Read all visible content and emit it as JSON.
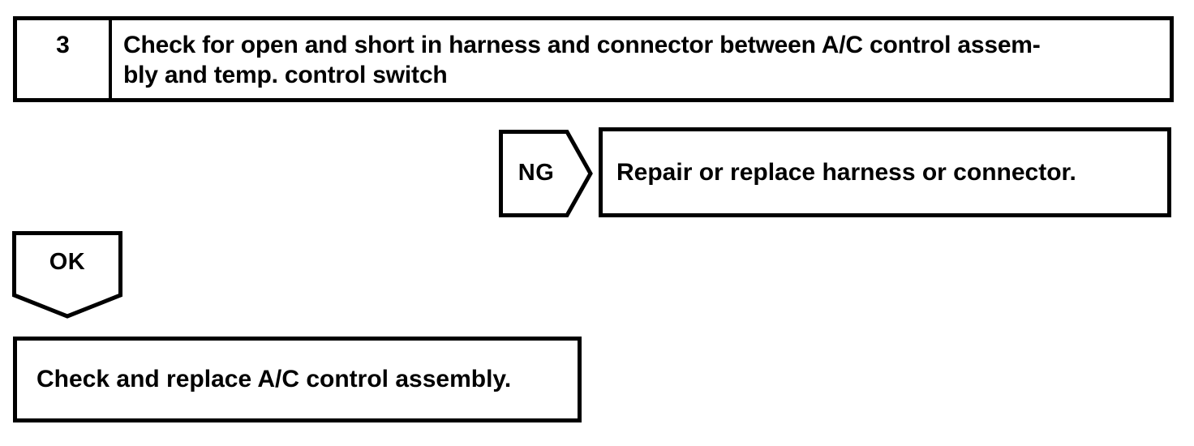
{
  "colors": {
    "ink": "#000000",
    "paper": "#ffffff"
  },
  "step_box": {
    "number": "3",
    "text_lines": [
      "Check for open and short in harness and connector between A/C control assem-",
      "bly and temp. control switch"
    ]
  },
  "ng_branch": {
    "connector_label": "NG",
    "result_text": "Repair or replace harness or connector."
  },
  "ok_branch": {
    "connector_label": "OK",
    "result_text": "Check and replace A/C control assembly."
  }
}
